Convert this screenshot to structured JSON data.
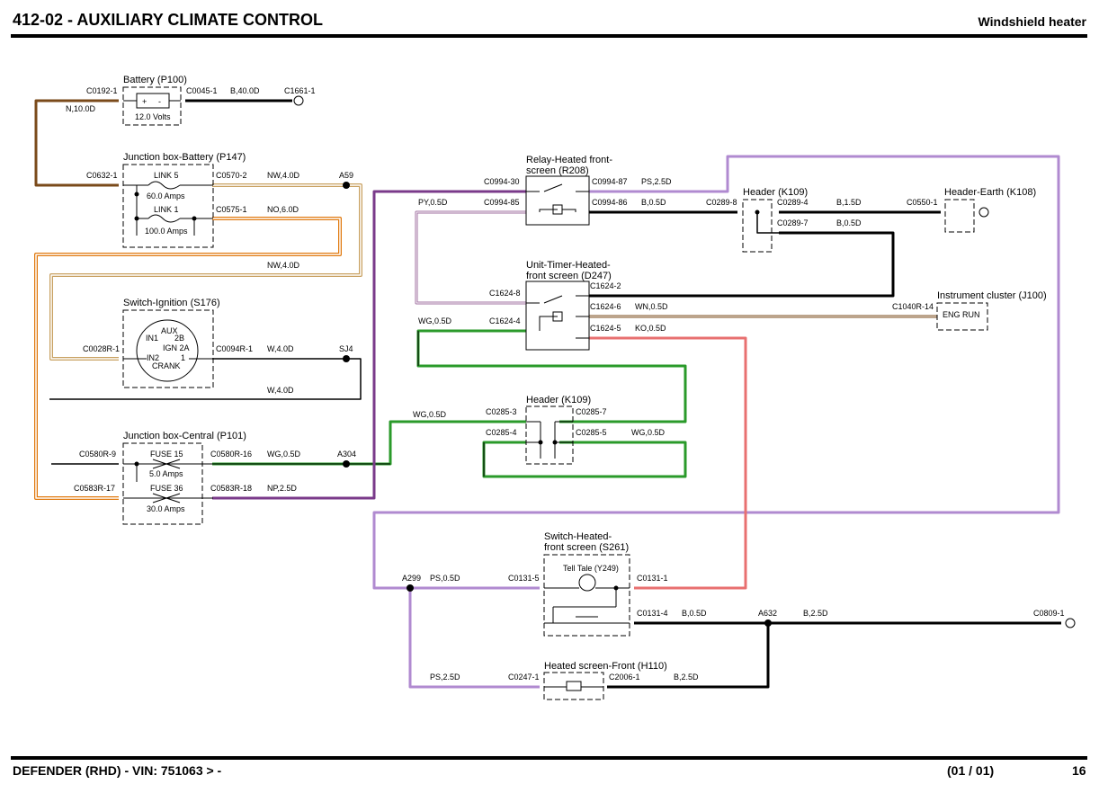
{
  "header": {
    "title": "412-02 - AUXILIARY CLIMATE CONTROL",
    "subtitle": "Windshield heater"
  },
  "footer": {
    "vehicle": "DEFENDER  (RHD) - VIN: 751063 > -",
    "page": "(01 / 01)",
    "number": "16"
  },
  "components": {
    "battery": {
      "title": "Battery (P100)",
      "voltage": "12.0 Volts",
      "pin_left": "C0192-1",
      "pin_right": "C0045-1",
      "earth": "C1661-1"
    },
    "jb_battery": {
      "title": "Junction box-Battery (P147)",
      "pin_in": "C0632-1",
      "pin_link5": "C0570-2",
      "pin_link1": "C0575-1",
      "link5": "LINK 5",
      "link5_rating": "60.0 Amps",
      "link1": "LINK 1",
      "link1_rating": "100.0 Amps"
    },
    "ignition": {
      "title": "Switch-Ignition (S176)",
      "pin_left": "C0028R-1",
      "pin_right": "C0094R-1",
      "aux": "AUX",
      "in1": "IN1",
      "b2": "2B",
      "ign": "IGN 2A",
      "in2": "IN2",
      "one": "1",
      "crank": "CRANK"
    },
    "jb_central": {
      "title": "Junction box-Central (P101)",
      "pin_a": "C0580R-9",
      "pin_b": "C0580R-16",
      "pin_c": "C0583R-17",
      "pin_d": "C0583R-18",
      "fuse15": "FUSE 15",
      "fuse15_rating": "5.0 Amps",
      "fuse36": "FUSE 36",
      "fuse36_rating": "30.0 Amps"
    },
    "relay": {
      "title1": "Relay-Heated front-",
      "title2": "screen (R208)",
      "p30": "C0994-30",
      "p85": "C0994-85",
      "p87": "C0994-87",
      "p86": "C0994-86"
    },
    "header_top": {
      "title": "Header (K109)",
      "p8": "C0289-8",
      "p4": "C0289-4",
      "p7": "C0289-7"
    },
    "header_earth": {
      "title": "Header-Earth (K108)",
      "pin": "C0550-1"
    },
    "timer": {
      "title1": "Unit-Timer-Heated-",
      "title2": "front screen (D247)",
      "p8": "C1624-8",
      "p4": "C1624-4",
      "p2": "C1624-2",
      "p6": "C1624-6",
      "p5": "C1624-5"
    },
    "cluster": {
      "title": "Instrument cluster (J100)",
      "pin": "C1040R-14",
      "signal": "ENG RUN"
    },
    "header_mid": {
      "title": "Header (K109)",
      "p3": "C0285-3",
      "p7": "C0285-7",
      "p4": "C0285-4",
      "p5": "C0285-5"
    },
    "switch": {
      "title1": "Switch-Heated-",
      "title2": "front screen (S261)",
      "telltale": "Tell Tale (Y249)",
      "p5": "C0131-5",
      "p1": "C0131-1",
      "p4": "C0131-4"
    },
    "screen": {
      "title": "Heated screen-Front (H110)",
      "p1": "C0247-1",
      "p2": "C2006-1"
    },
    "earth_right": {
      "pin": "C0809-1"
    }
  },
  "wires": {
    "n10": "N,10.0D",
    "b40": "B,40.0D",
    "nw40a": "NW,4.0D",
    "no60": "NO,6.0D",
    "nw40b": "NW,4.0D",
    "w40a": "W,4.0D",
    "w40b": "W,4.0D",
    "wg05a": "WG,0.5D",
    "np25": "NP,2.5D",
    "ps25a": "PS,2.5D",
    "py05": "PY,0.5D",
    "b05a": "B,0.5D",
    "b15": "B,1.5D",
    "b05b": "B,0.5D",
    "wn05": "WN,0.5D",
    "ko05": "KO,0.5D",
    "wg05b": "WG,0.5D",
    "wg05c": "WG,0.5D",
    "wg05d": "WG,0.5D",
    "ps05": "PS,0.5D",
    "b05c": "B,0.5D",
    "b25a": "B,2.5D",
    "ps25b": "PS,2.5D",
    "b25b": "B,2.5D"
  },
  "splices": {
    "a59": "A59",
    "sj4": "SJ4",
    "a304": "A304",
    "a299": "A299",
    "a632": "A632"
  },
  "colors": {
    "brown": "#7a4a1a",
    "orange": "#e07a10",
    "tan": "#c8a060",
    "purple": "#7a3a8a",
    "lilac": "#b08ad0",
    "pink_purple": "#a070a0",
    "green": "#2a9a2a",
    "salmon": "#e87070",
    "black": "#000000"
  }
}
